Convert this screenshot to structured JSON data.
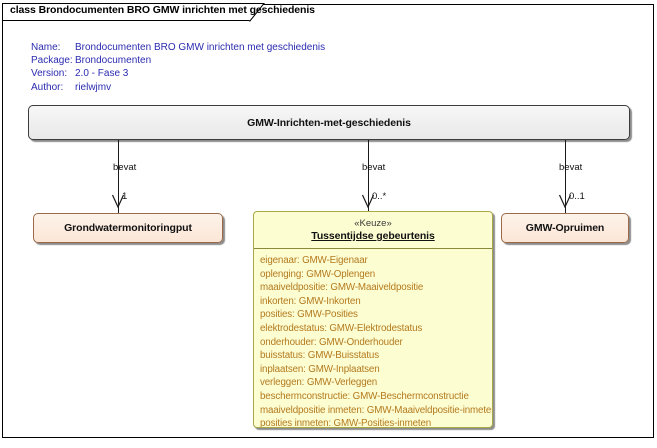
{
  "diagram": {
    "tab_label": "class Brondocumenten BRO GMW inrichten met geschiedenis",
    "meta": {
      "name_key": "Name:",
      "name_value": "Brondocumenten BRO GMW inrichten met geschiedenis",
      "package_key": "Package:",
      "package_value": "Brondocumenten",
      "version_key": "Version:",
      "version_value": "2.0 - Fase 3",
      "author_key": "Author:",
      "author_value": "rielwjmv"
    },
    "colors": {
      "text_blue": "#2b2bb0",
      "root_fill": "#eeeeee",
      "peach_fill": "#fbe6d6",
      "peach_border": "#9c6a4a",
      "choice_fill": "#fdfdd2",
      "choice_border": "#a9a94c",
      "attribute_text": "#b37a1e"
    }
  },
  "nodes": {
    "root": {
      "name": "GMW-Inrichten-met-geschiedenis"
    },
    "grondwatermonitoringput": {
      "name": "Grondwatermonitoringput"
    },
    "opruimen": {
      "name": "GMW-Opruimen"
    },
    "keuze": {
      "stereotype": "«Keuze»",
      "name": "Tussentijdse gebeurtenis",
      "attributes": [
        "eigenaar: GMW-Eigenaar",
        "oplenging: GMW-Oplengen",
        "maaiveldpositie: GMW-Maaiveldpositie",
        "inkorten: GMW-Inkorten",
        "posities: GMW-Posities",
        "elektrodestatus: GMW-Elektrodestatus",
        "onderhouder: GMW-Onderhouder",
        "buisstatus: GMW-Buisstatus",
        "inplaatsen: GMW-Inplaatsen",
        "verleggen: GMW-Verleggen",
        "beschermconstructie: GMW-Beschermconstructie",
        "maaiveldpositie inmeten: GMW-Maaiveldpositie-inmeten",
        "posities inmeten: GMW-Posities-inmeten"
      ]
    }
  },
  "connectors": [
    {
      "label": "bevat",
      "multiplicity": "1",
      "target": "grondwatermonitoringput"
    },
    {
      "label": "bevat",
      "multiplicity": "0..*",
      "target": "keuze"
    },
    {
      "label": "bevat",
      "multiplicity": "0..1",
      "target": "opruimen"
    }
  ]
}
